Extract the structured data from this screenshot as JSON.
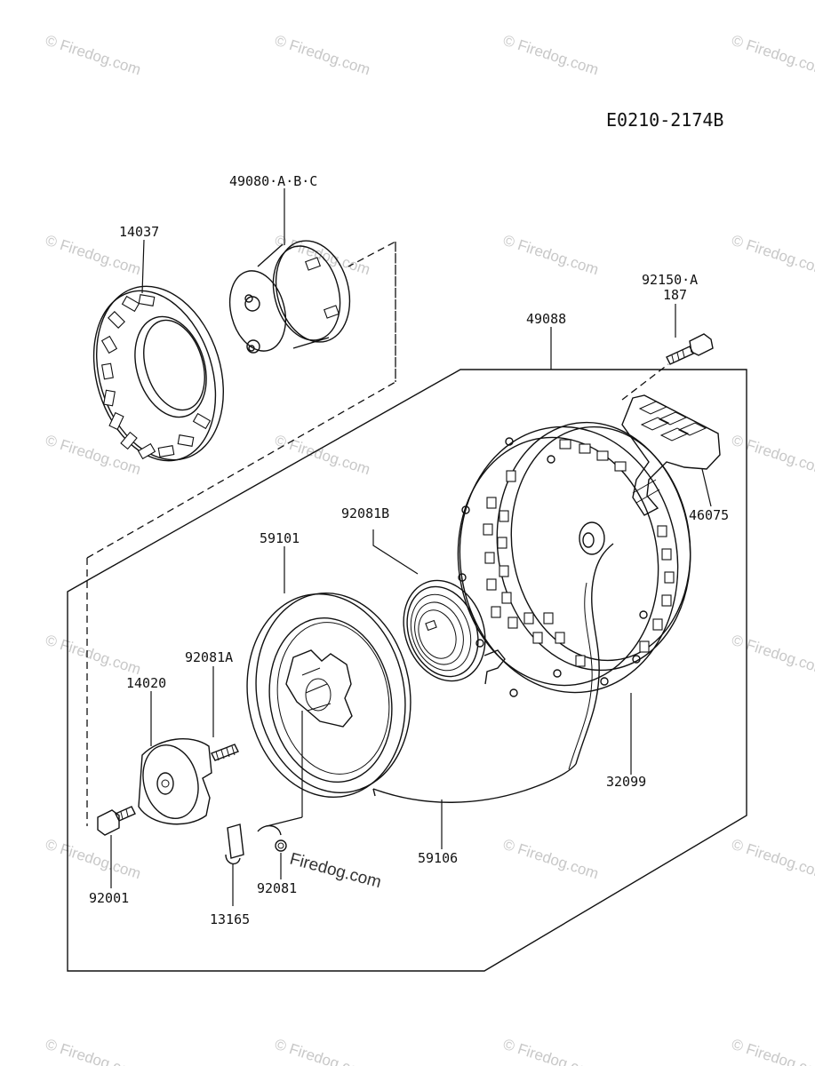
{
  "drawing": {
    "id": "E0210-2174B",
    "watermark_center": "Firedog.com",
    "watermark_tile": "© Firedog.com"
  },
  "parts": [
    {
      "key": "p49080",
      "label": "49080·A·B·C"
    },
    {
      "key": "p14037",
      "label": "14037"
    },
    {
      "key": "p92150",
      "label": "92150·A"
    },
    {
      "key": "p187",
      "label": "187"
    },
    {
      "key": "p49088",
      "label": "49088"
    },
    {
      "key": "p46075",
      "label": "46075"
    },
    {
      "key": "p92081B",
      "label": "92081B"
    },
    {
      "key": "p59101",
      "label": "59101"
    },
    {
      "key": "p92081A",
      "label": "92081A"
    },
    {
      "key": "p14020",
      "label": "14020"
    },
    {
      "key": "p32099",
      "label": "32099"
    },
    {
      "key": "p59106",
      "label": "59106"
    },
    {
      "key": "p92001",
      "label": "92001"
    },
    {
      "key": "p92081",
      "label": "92081"
    },
    {
      "key": "p13165",
      "label": "13165"
    }
  ]
}
